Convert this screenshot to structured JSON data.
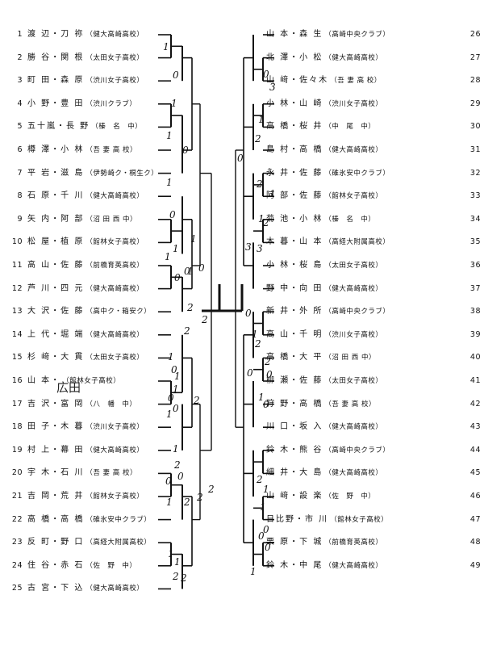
{
  "left_entries": [
    {
      "num": "1",
      "name": "渡 辺・刀 祢",
      "team": "（健大高崎高校）"
    },
    {
      "num": "2",
      "name": "勝 谷・関 根",
      "team": "（太田女子高校）"
    },
    {
      "num": "3",
      "name": "町 田・森 原",
      "team": "（渋川女子高校）"
    },
    {
      "num": "4",
      "name": "小 野・豊 田",
      "team": "（渋川クラブ）"
    },
    {
      "num": "5",
      "name": "五十嵐・長 野",
      "team": "（榛　名　中）"
    },
    {
      "num": "6",
      "name": "樽 澤・小 林",
      "team": "（吾 妻 高 校）"
    },
    {
      "num": "7",
      "name": "平 岩・滋 島",
      "team": "（伊勢崎ク・桐生ク）"
    },
    {
      "num": "8",
      "name": "石 原・千 川",
      "team": "（健大高崎高校）"
    },
    {
      "num": "9",
      "name": "矢 内・阿 部",
      "team": "（沼 田 西 中）"
    },
    {
      "num": "10",
      "name": "松 屋・植 原",
      "team": "（館林女子高校）"
    },
    {
      "num": "11",
      "name": "高 山・佐 藤",
      "team": "（前橋育英高校）"
    },
    {
      "num": "12",
      "name": "芦 川・四 元",
      "team": "（健大高崎高校）"
    },
    {
      "num": "13",
      "name": "大 沢・佐 藤",
      "team": "（高中ク・箱安ク）"
    },
    {
      "num": "14",
      "name": "上 代・堀 端",
      "team": "（健大高崎高校）"
    },
    {
      "num": "15",
      "name": "杉 﨑・大 貫",
      "team": "（太田女子高校）"
    },
    {
      "num": "16",
      "name": "山 本・",
      "team": "（館林女子高校）"
    },
    {
      "num": "17",
      "name": "吉 沢・富 岡",
      "team": "（八　幡　中）"
    },
    {
      "num": "18",
      "name": "田 子・木 暮",
      "team": "（渋川女子高校）"
    },
    {
      "num": "19",
      "name": "村 上・幕 田",
      "team": "（健大高崎高校）"
    },
    {
      "num": "20",
      "name": "宇 木・石 川",
      "team": "（吾 妻 高 校）"
    },
    {
      "num": "21",
      "name": "吉 岡・荒 井",
      "team": "（館林女子高校）"
    },
    {
      "num": "22",
      "name": "高 橋・高 橋",
      "team": "（碓氷安中クラブ）"
    },
    {
      "num": "23",
      "name": "反 町・野 口",
      "team": "（高経大附属高校）"
    },
    {
      "num": "24",
      "name": "住 谷・赤 石",
      "team": "（佐　野　中）"
    },
    {
      "num": "25",
      "name": "古 宮・下 込",
      "team": "（健大高崎高校）"
    }
  ],
  "right_entries": [
    {
      "num": "26",
      "name": "山 本・森 生",
      "team": "（高崎中央クラブ）"
    },
    {
      "num": "27",
      "name": "北 澤・小 松",
      "team": "（健大高崎高校）"
    },
    {
      "num": "28",
      "name": "山 﨑・佐々木",
      "team": "（吾 妻 高 校）"
    },
    {
      "num": "29",
      "name": "小 林・山 崎",
      "team": "（渋川女子高校）"
    },
    {
      "num": "30",
      "name": "高 橋・桜 井",
      "team": "（中　尾　中）"
    },
    {
      "num": "31",
      "name": "島 村・高 橋",
      "team": "（健大高崎高校）"
    },
    {
      "num": "32",
      "name": "永 井・佐 藤",
      "team": "（碓氷安中クラブ）"
    },
    {
      "num": "33",
      "name": "阿 部・佐 藤",
      "team": "（館林女子高校）"
    },
    {
      "num": "34",
      "name": "菊 池・小 林",
      "team": "（榛　名　中）"
    },
    {
      "num": "35",
      "name": "木 暮・山 本",
      "team": "（高経大附属高校）"
    },
    {
      "num": "36",
      "name": "小 林・桜 島",
      "team": "（太田女子高校）"
    },
    {
      "num": "37",
      "name": "野 中・向 田",
      "team": "（健大高崎高校）"
    },
    {
      "num": "38",
      "name": "新 井・外 所",
      "team": "（高崎中央クラブ）"
    },
    {
      "num": "39",
      "name": "高 山・千 明",
      "team": "（渋川女子高校）"
    },
    {
      "num": "40",
      "name": "高 橋・大 平",
      "team": "（沼 田 西 中）"
    },
    {
      "num": "41",
      "name": "柳 瀬・佐 藤",
      "team": "（太田女子高校）"
    },
    {
      "num": "42",
      "name": "狩 野・高 橋",
      "team": "（吾 妻 高 校）"
    },
    {
      "num": "43",
      "name": "川 口・坂 入",
      "team": "（健大高崎高校）"
    },
    {
      "num": "44",
      "name": "鈴 木・熊 谷",
      "team": "（高崎中央クラブ）"
    },
    {
      "num": "45",
      "name": "細 井・大 島",
      "team": "（健大高崎高校）"
    },
    {
      "num": "46",
      "name": "山 﨑・設 楽",
      "team": "（佐　野　中）"
    },
    {
      "num": "47",
      "name": "日比野・市 川",
      "team": "（館林女子高校）"
    },
    {
      "num": "48",
      "name": "栗 原・下 城",
      "team": "（前橋育英高校）"
    },
    {
      "num": "49",
      "name": "鈴 木・中 尾",
      "team": "（健大高崎高校）"
    }
  ],
  "annotation": "広田",
  "scores_left": [
    "1",
    "0",
    "1",
    "1",
    "0",
    "1",
    "0",
    "1",
    "1",
    "0",
    "2",
    "2",
    "1",
    "1",
    "0",
    "0",
    "0",
    "1",
    "2",
    "0",
    "1",
    "2",
    "1",
    "1",
    "2",
    "2",
    "2",
    "2",
    "1",
    "0",
    "1",
    "0",
    "1",
    "0",
    "2",
    "1",
    "2"
  ],
  "scores_right": [
    "0",
    "3",
    "1",
    "2",
    "2",
    "1",
    "1",
    "2",
    "3",
    "3",
    "0",
    "0",
    "1",
    "2",
    "1",
    "0",
    "1",
    "0",
    "0",
    "0",
    "1",
    "0",
    "0",
    "2",
    "2",
    "1"
  ]
}
